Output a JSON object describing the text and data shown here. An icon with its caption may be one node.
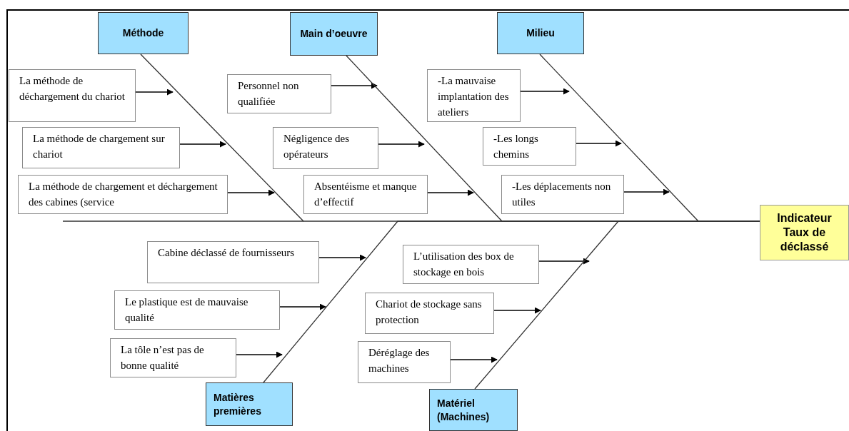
{
  "diagram": {
    "nodes": [
      {
        "text": [
          "Méthode"
        ]
      },
      {
        "text": [
          "Main d’oeuvre"
        ]
      },
      {
        "text": [
          "Milieu"
        ]
      },
      {
        "text": [
          "La méthode de déchargement du chariot"
        ]
      },
      {
        "text": [
          "La méthode de chargement sur chariot"
        ]
      },
      {
        "text": [
          "La méthode de chargement et déchargement des cabines (service"
        ]
      },
      {
        "text": [
          "Personnel non qualifiée"
        ]
      },
      {
        "text": [
          "Négligence des opérateurs"
        ]
      },
      {
        "text": [
          "Absentéisme et manque d’effectif"
        ]
      },
      {
        "text": [
          "-La mauvaise implantation des ateliers"
        ]
      },
      {
        "text": [
          "-Les longs chemins"
        ]
      },
      {
        "text": [
          "-Les déplacements non utiles"
        ]
      },
      {
        "text": [
          "Indicateur Taux de déclassé"
        ]
      },
      {
        "text": [
          "Cabine déclassé de fournisseurs"
        ]
      },
      {
        "text": [
          "Le plastique est de mauvaise qualité"
        ]
      },
      {
        "text": [
          "La tôle n’est pas de bonne qualité"
        ]
      },
      {
        "text": [
          "L’utilisation des box de stockage en bois"
        ]
      },
      {
        "text": [
          "Chariot de stockage sans protection"
        ]
      },
      {
        "text": [
          "Déréglage des machines"
        ]
      },
      {
        "text": [
          "Matières premières"
        ]
      },
      {
        "text": [
          "Matériel (Machines)"
        ]
      }
    ],
    "edges": [
      {
        "from": 3,
        "to": null,
        "arrow": "to"
      },
      {
        "from": 4,
        "to": null,
        "arrow": "to"
      },
      {
        "from": 5,
        "to": null,
        "arrow": "to"
      },
      {
        "from": 6,
        "to": null,
        "arrow": "to"
      },
      {
        "from": 7,
        "to": null,
        "arrow": "to"
      },
      {
        "from": 8,
        "to": null,
        "arrow": "to"
      },
      {
        "from": 9,
        "to": null,
        "arrow": "to"
      },
      {
        "from": 10,
        "to": null,
        "arrow": "to"
      },
      {
        "from": 11,
        "to": null,
        "arrow": "to"
      },
      {
        "from": 13,
        "to": null,
        "arrow": "to"
      },
      {
        "from": 14,
        "to": null,
        "arrow": "to"
      },
      {
        "from": 15,
        "to": null,
        "arrow": "to"
      },
      {
        "from": 16,
        "to": null,
        "arrow": "to"
      },
      {
        "from": 17,
        "to": null,
        "arrow": "to"
      },
      {
        "from": 18,
        "to": null,
        "arrow": "to"
      },
      {
        "from": 0,
        "to": 12,
        "arrow": "none"
      },
      {
        "from": 1,
        "to": 12,
        "arrow": "none"
      },
      {
        "from": 2,
        "to": 12,
        "arrow": "none"
      },
      {
        "from": 19,
        "to": 12,
        "arrow": "none"
      },
      {
        "from": 20,
        "to": 12,
        "arrow": "none"
      }
    ]
  }
}
